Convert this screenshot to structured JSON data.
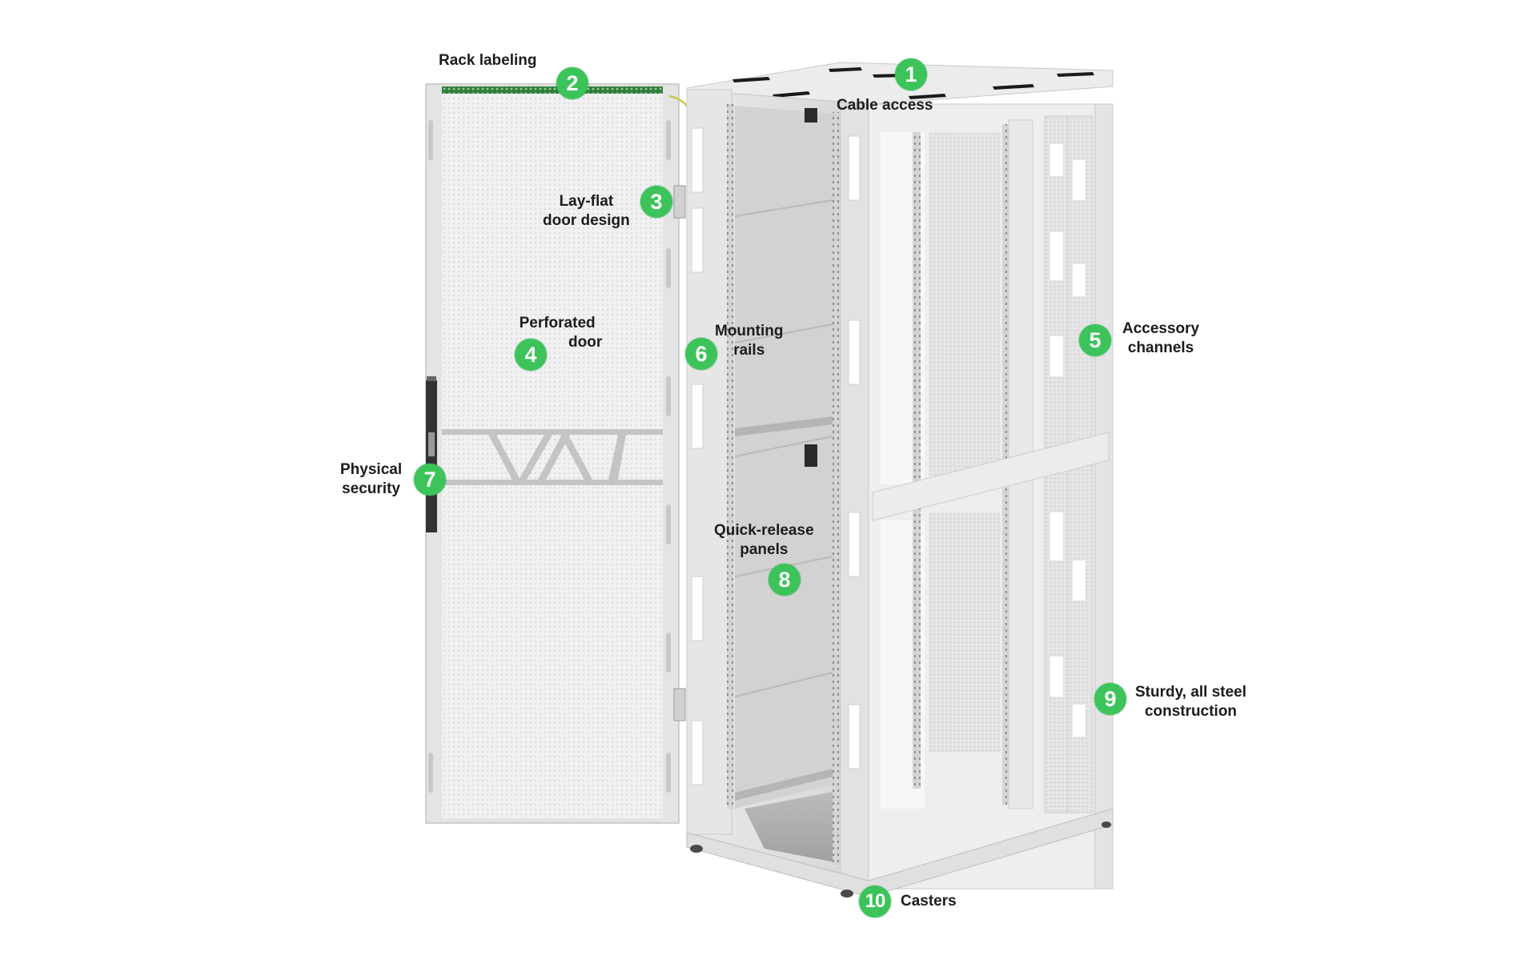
{
  "diagram": {
    "subject": "Server rack enclosure with open front door",
    "marker_color": "#3cc35a",
    "callouts": [
      {
        "number": "1",
        "lines": [
          "Cable access"
        ]
      },
      {
        "number": "2",
        "lines": [
          "Rack labeling"
        ]
      },
      {
        "number": "3",
        "lines": [
          "Lay-flat",
          "door design"
        ]
      },
      {
        "number": "4",
        "lines": [
          "Perforated",
          "door"
        ]
      },
      {
        "number": "5",
        "lines": [
          "Accessory",
          "channels"
        ]
      },
      {
        "number": "6",
        "lines": [
          "Mounting",
          "rails"
        ]
      },
      {
        "number": "7",
        "lines": [
          "Physical",
          "security"
        ]
      },
      {
        "number": "8",
        "lines": [
          "Quick-release",
          "panels"
        ]
      },
      {
        "number": "9",
        "lines": [
          "Sturdy, all steel",
          "construction"
        ]
      },
      {
        "number": "10",
        "lines": [
          "Casters"
        ]
      }
    ]
  }
}
